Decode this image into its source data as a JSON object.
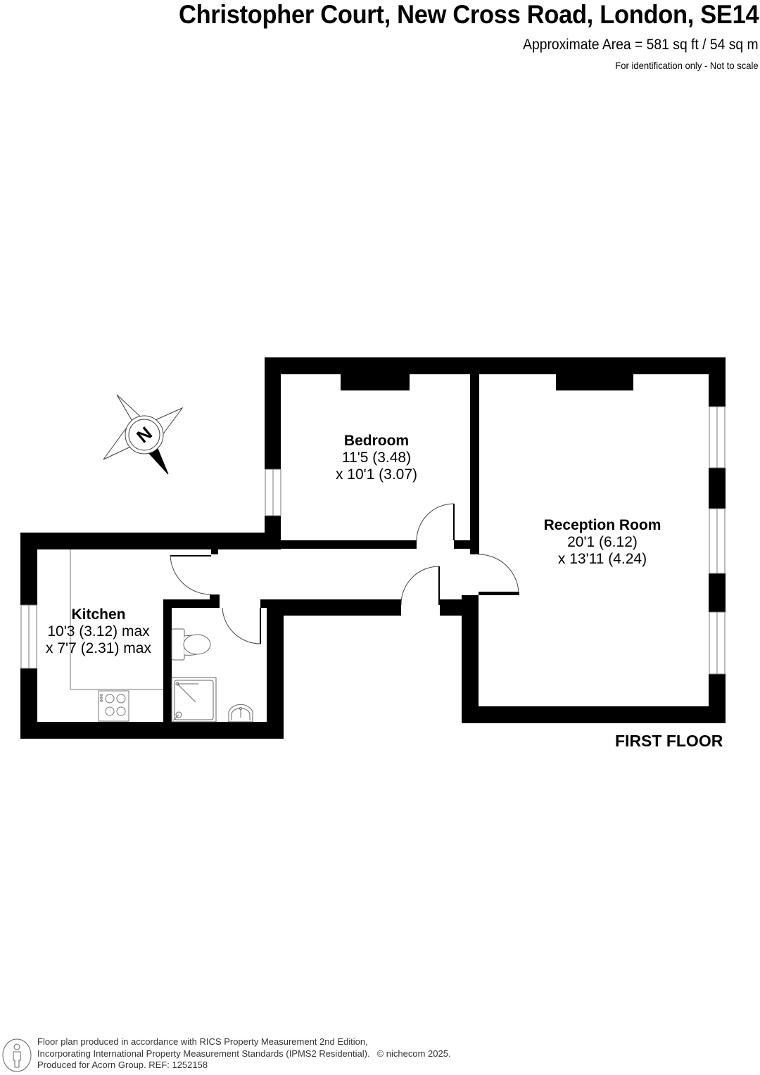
{
  "header": {
    "title": "Christopher Court, New Cross Road, London, SE14",
    "area": "Approximate Area = 581 sq ft / 54 sq m",
    "disclaimer": "For identification only - Not to scale"
  },
  "compass": {
    "letter": "N",
    "icon": "compass-rose-icon"
  },
  "rooms": [
    {
      "name": "Bedroom",
      "dim1": "11'5 (3.48)",
      "dim2": "x 10'1 (3.07)"
    },
    {
      "name": "Reception Room",
      "dim1": "20'1 (6.12)",
      "dim2": "x 13'11 (4.24)"
    },
    {
      "name": "Kitchen",
      "dim1": "10'3 (3.12) max",
      "dim2": "x 7'7 (2.31) max"
    }
  ],
  "floor_label": "FIRST FLOOR",
  "footer": {
    "line1": "Floor plan produced in accordance with RICS Property Measurement 2nd Edition,",
    "line2": "Incorporating International Property Measurement Standards (IPMS2 Residential).",
    "copyright": "© nichecom 2025.",
    "line3": "Produced for Acorn Group.   REF:  1252158",
    "icon": "person-icon"
  },
  "colors": {
    "wall": "#000000",
    "fixture_line": "#555555",
    "background": "#ffffff"
  }
}
